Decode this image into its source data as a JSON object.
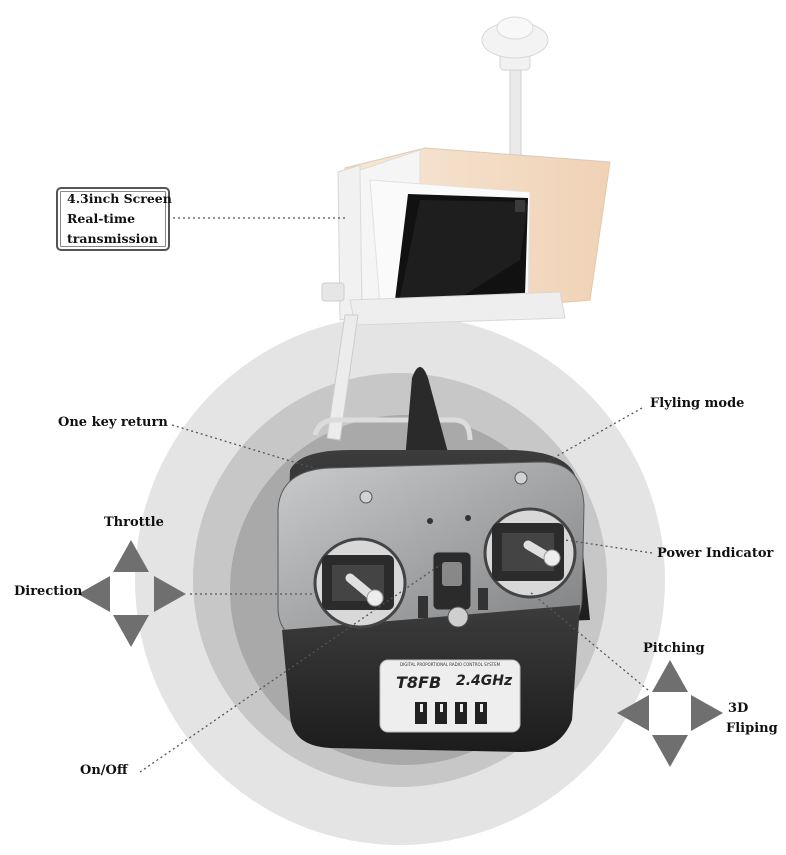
{
  "callouts": {
    "screen": [
      "4.3inch Screen",
      "Real-time",
      "transmission"
    ],
    "one_key_return": "One key return",
    "flying_mode": "Flyling mode",
    "throttle": "Throttle",
    "direction": "Direction",
    "power_indicator": "Power Indicator",
    "pitching": "Pitching",
    "flip_line1": "3D",
    "flip_line2": "Fliping",
    "on_off": "On/Off"
  },
  "product": {
    "model_label": "T8FB",
    "band_label": "2.4GHz",
    "system_text": "DIGITAL PROPORTIONAL RADIO CONTROL SYSTEM"
  },
  "colors": {
    "outer_ring": "#e4e4e4",
    "middle_ring": "#c6c6c6",
    "inner_disc": "#a9a9a9",
    "arrow_gray": "#6e6e6e",
    "body_dark": "#2e2e2e",
    "face_silver": "#a2a4a6",
    "screen_hood": "#f4dcc4"
  }
}
